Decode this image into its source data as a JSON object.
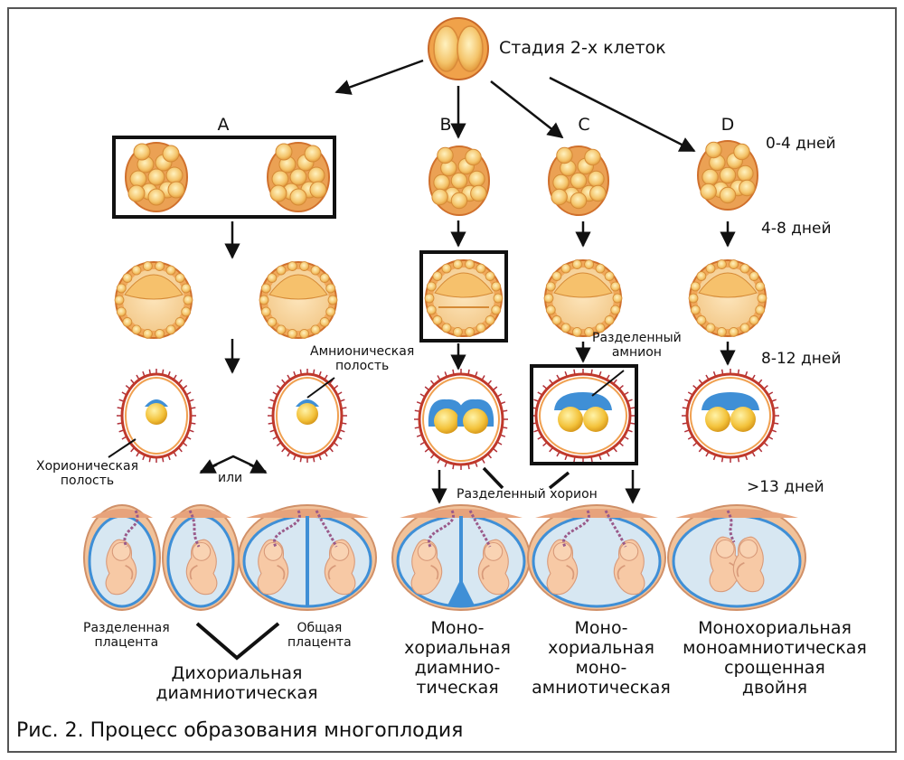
{
  "caption": "Рис. 2. Процесс образования многоплодия",
  "stage_label": "Стадия 2-х клеток",
  "columns": [
    "A",
    "B",
    "C",
    "D"
  ],
  "days": [
    "0-4 дней",
    "4-8 дней",
    "8-12 дней",
    ">13 дней"
  ],
  "labels": {
    "amnion_cavity": "Амнионическая\nполость",
    "chorion_cavity": "Хорионическая\nполость",
    "or": "или",
    "split_amnion": "Разделенный\nамнион",
    "split_chorion": "Разделенный хорион",
    "split_placenta": "Разделенная\nплацента",
    "common_placenta": "Общая\nплацента"
  },
  "types": {
    "dichorionic": "Дихориальная\nдиамниотическая",
    "mono_diamnio": "Моно-\nхориальная\nдиамнио-\nтическая",
    "mono_mono": "Моно-\nхориальная\nмоно-\nамниотическая",
    "conjoined": "Монохориальная\nмоноамниотическая\nсрощенная\nдвойня"
  },
  "colors": {
    "cell_fill": "#f6c874",
    "cell_edge": "#d0702c",
    "amnion": "#3f8fd6",
    "chorion_border": "#c0392b",
    "sac_fill": "#d7e7f2",
    "embryo": "#f7c9a5"
  }
}
